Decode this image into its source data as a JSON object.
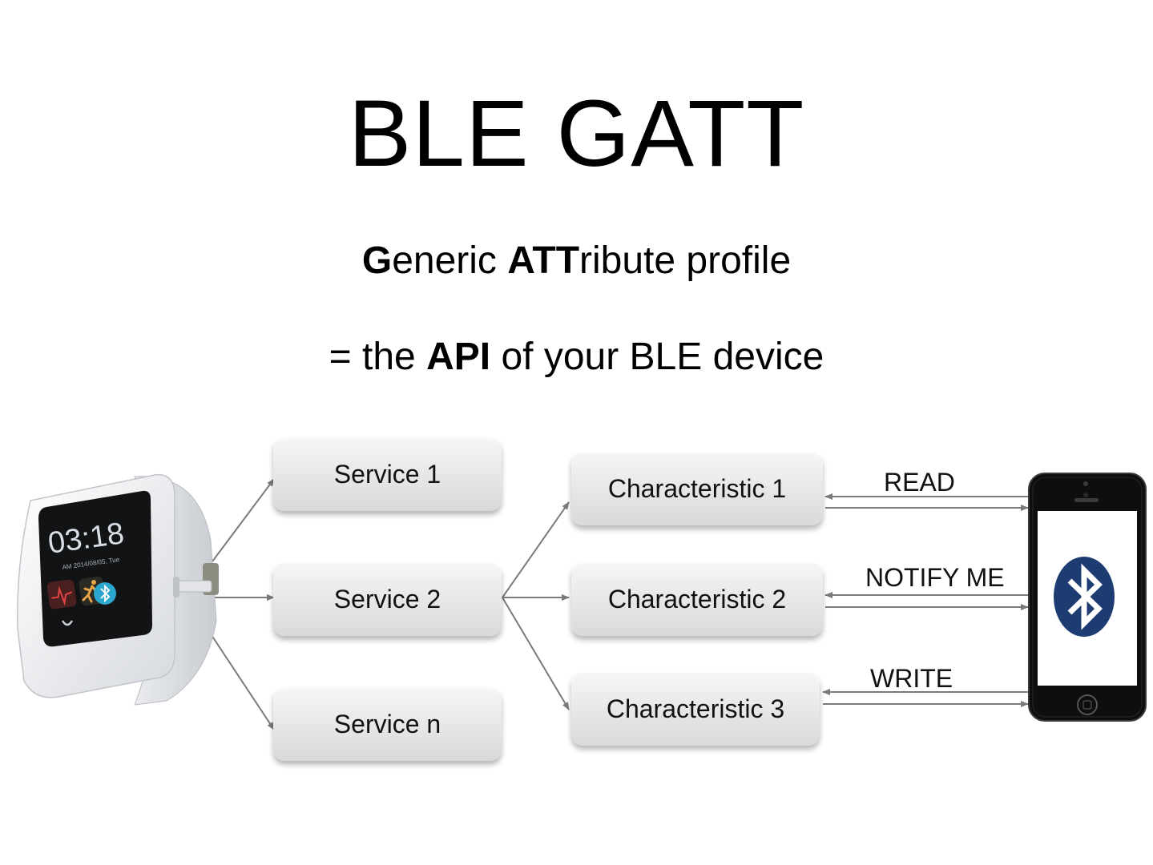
{
  "slide": {
    "title": "BLE GATT",
    "subtitle": {
      "g_bold": "G",
      "g_rest": "eneric ",
      "att_bold": "ATT",
      "att_rest": "ribute profile"
    },
    "tagline": {
      "pre": "= the ",
      "api_bold": "API",
      "post": " of your BLE device"
    }
  },
  "diagram": {
    "services": [
      "Service 1",
      "Service 2",
      "Service n"
    ],
    "characteristics": [
      "Characteristic 1",
      "Characteristic 2",
      "Characteristic 3"
    ],
    "operations": [
      "READ",
      "NOTIFY ME",
      "WRITE"
    ],
    "watch_display": {
      "time": "03:18",
      "date": "AM 2014/08/05, Tue"
    },
    "phone_icon": "bluetooth-icon",
    "colors": {
      "box_top": "#f6f6f6",
      "box_bottom": "#d9d9d9",
      "arrow": "#7a7a7a",
      "bluetooth": "#1d3d72"
    }
  }
}
